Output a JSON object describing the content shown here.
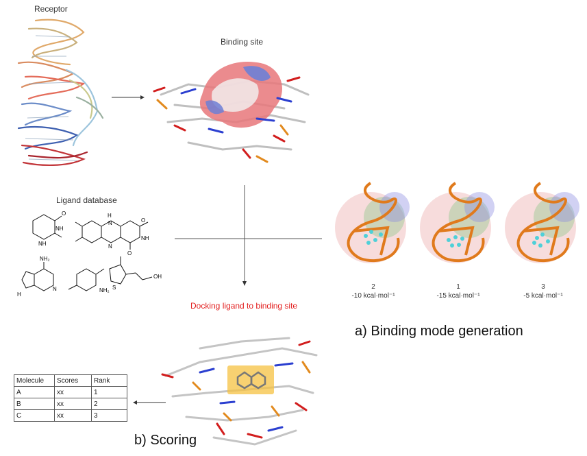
{
  "labels": {
    "receptor": "Receptor",
    "binding_site": "Binding site",
    "ligand_database": "Ligand database",
    "docking": "Docking ligand to binding site",
    "binding_mode": "a) Binding mode generation",
    "scoring": "b) Scoring"
  },
  "modes": [
    {
      "rank": "2",
      "energy": "-10 kcal·mol⁻¹"
    },
    {
      "rank": "1",
      "energy": "-15 kcal·mol⁻¹"
    },
    {
      "rank": "3",
      "energy": "-5 kcal·mol⁻¹"
    }
  ],
  "chem": {
    "nh": "NH",
    "o": "O",
    "nh2": "NH₂",
    "n": "N",
    "h": "H",
    "s": "S",
    "oh": "OH"
  },
  "table": {
    "headers": [
      "Molecule",
      "Scores",
      "Rank"
    ],
    "rows": [
      [
        "A",
        "xx",
        "1"
      ],
      [
        "B",
        "xx",
        "2"
      ],
      [
        "C",
        "xx",
        "3"
      ]
    ]
  },
  "colors": {
    "docking_text": "#e21f1f",
    "ligand_highlight": "#f5c242",
    "rna_ribbon": "#e07a1c"
  }
}
